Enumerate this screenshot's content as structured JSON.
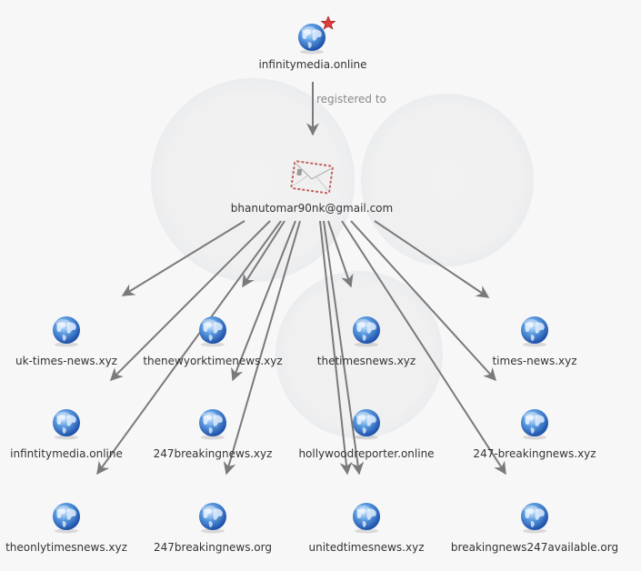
{
  "graph": {
    "root": {
      "label": "infinitymedia.online",
      "icon": "globe-icon",
      "badge": "star-badge-icon",
      "badge_color": "#e23b3b"
    },
    "root_edge_label": "registered to",
    "email": {
      "label": "bhanutomar90nk@gmail.com",
      "icon": "envelope-icon"
    },
    "domains": [
      {
        "label": "uk-times-news.xyz"
      },
      {
        "label": "thenewyorktimenews.xyz"
      },
      {
        "label": "thetimesnews.xyz"
      },
      {
        "label": "times-news.xyz"
      },
      {
        "label": "infintitymedia.online"
      },
      {
        "label": "247breakingnews.xyz"
      },
      {
        "label": "hollywoodreporter.online"
      },
      {
        "label": "247-breakingnews.xyz"
      },
      {
        "label": "theonlytimesnews.xyz"
      },
      {
        "label": "247breakingnews.org"
      },
      {
        "label": "unitedtimesnews.xyz"
      },
      {
        "label": "breakingnews247available.org"
      }
    ],
    "edge_color": "#7a7a7a",
    "background_color": "#f7f7f7"
  }
}
